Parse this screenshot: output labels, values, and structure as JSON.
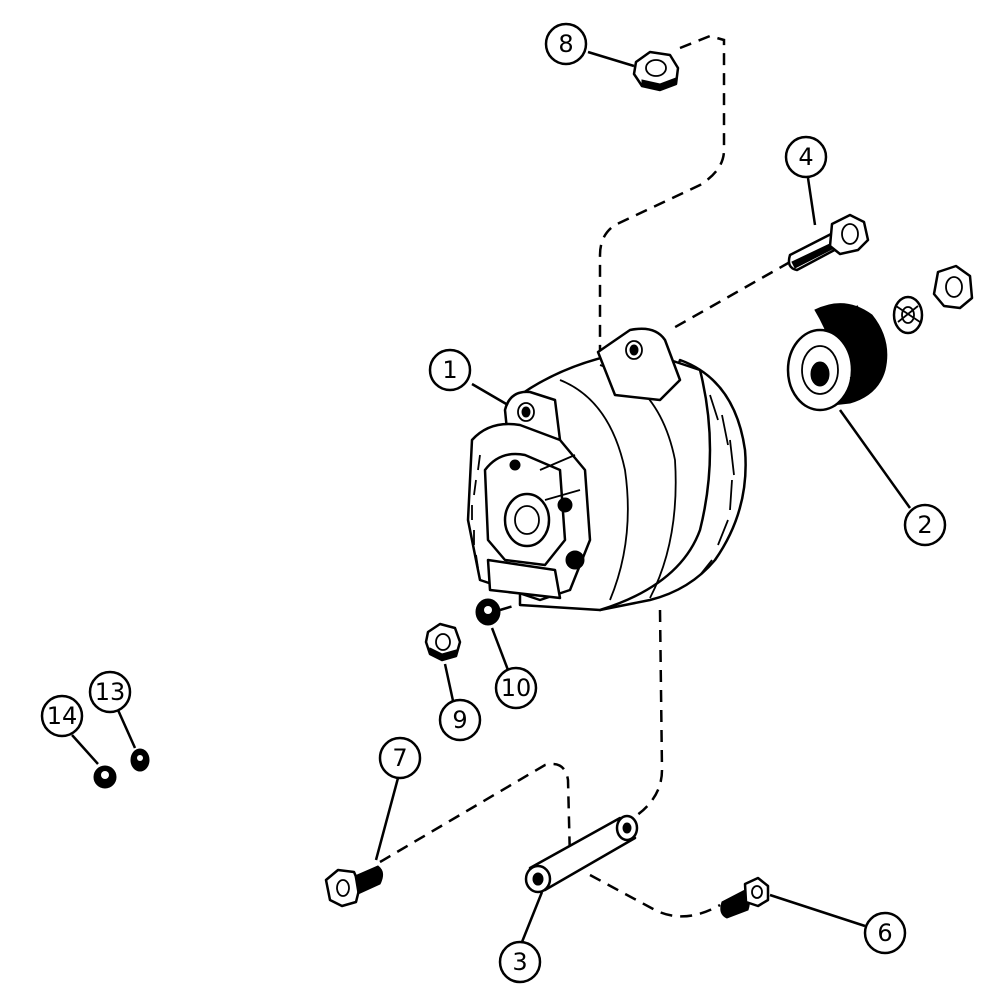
{
  "diagram": {
    "type": "exploded-parts-view",
    "colors": {
      "ink": "#000000",
      "paper": "#ffffff"
    },
    "callouts": [
      {
        "id": "c1",
        "label": "1"
      },
      {
        "id": "c2",
        "label": "2"
      },
      {
        "id": "c3",
        "label": "3"
      },
      {
        "id": "c4",
        "label": "4"
      },
      {
        "id": "c6",
        "label": "6"
      },
      {
        "id": "c7",
        "label": "7"
      },
      {
        "id": "c8",
        "label": "8"
      },
      {
        "id": "c9",
        "label": "9"
      },
      {
        "id": "c10",
        "label": "10"
      },
      {
        "id": "c13",
        "label": "13"
      },
      {
        "id": "c14",
        "label": "14"
      }
    ]
  }
}
